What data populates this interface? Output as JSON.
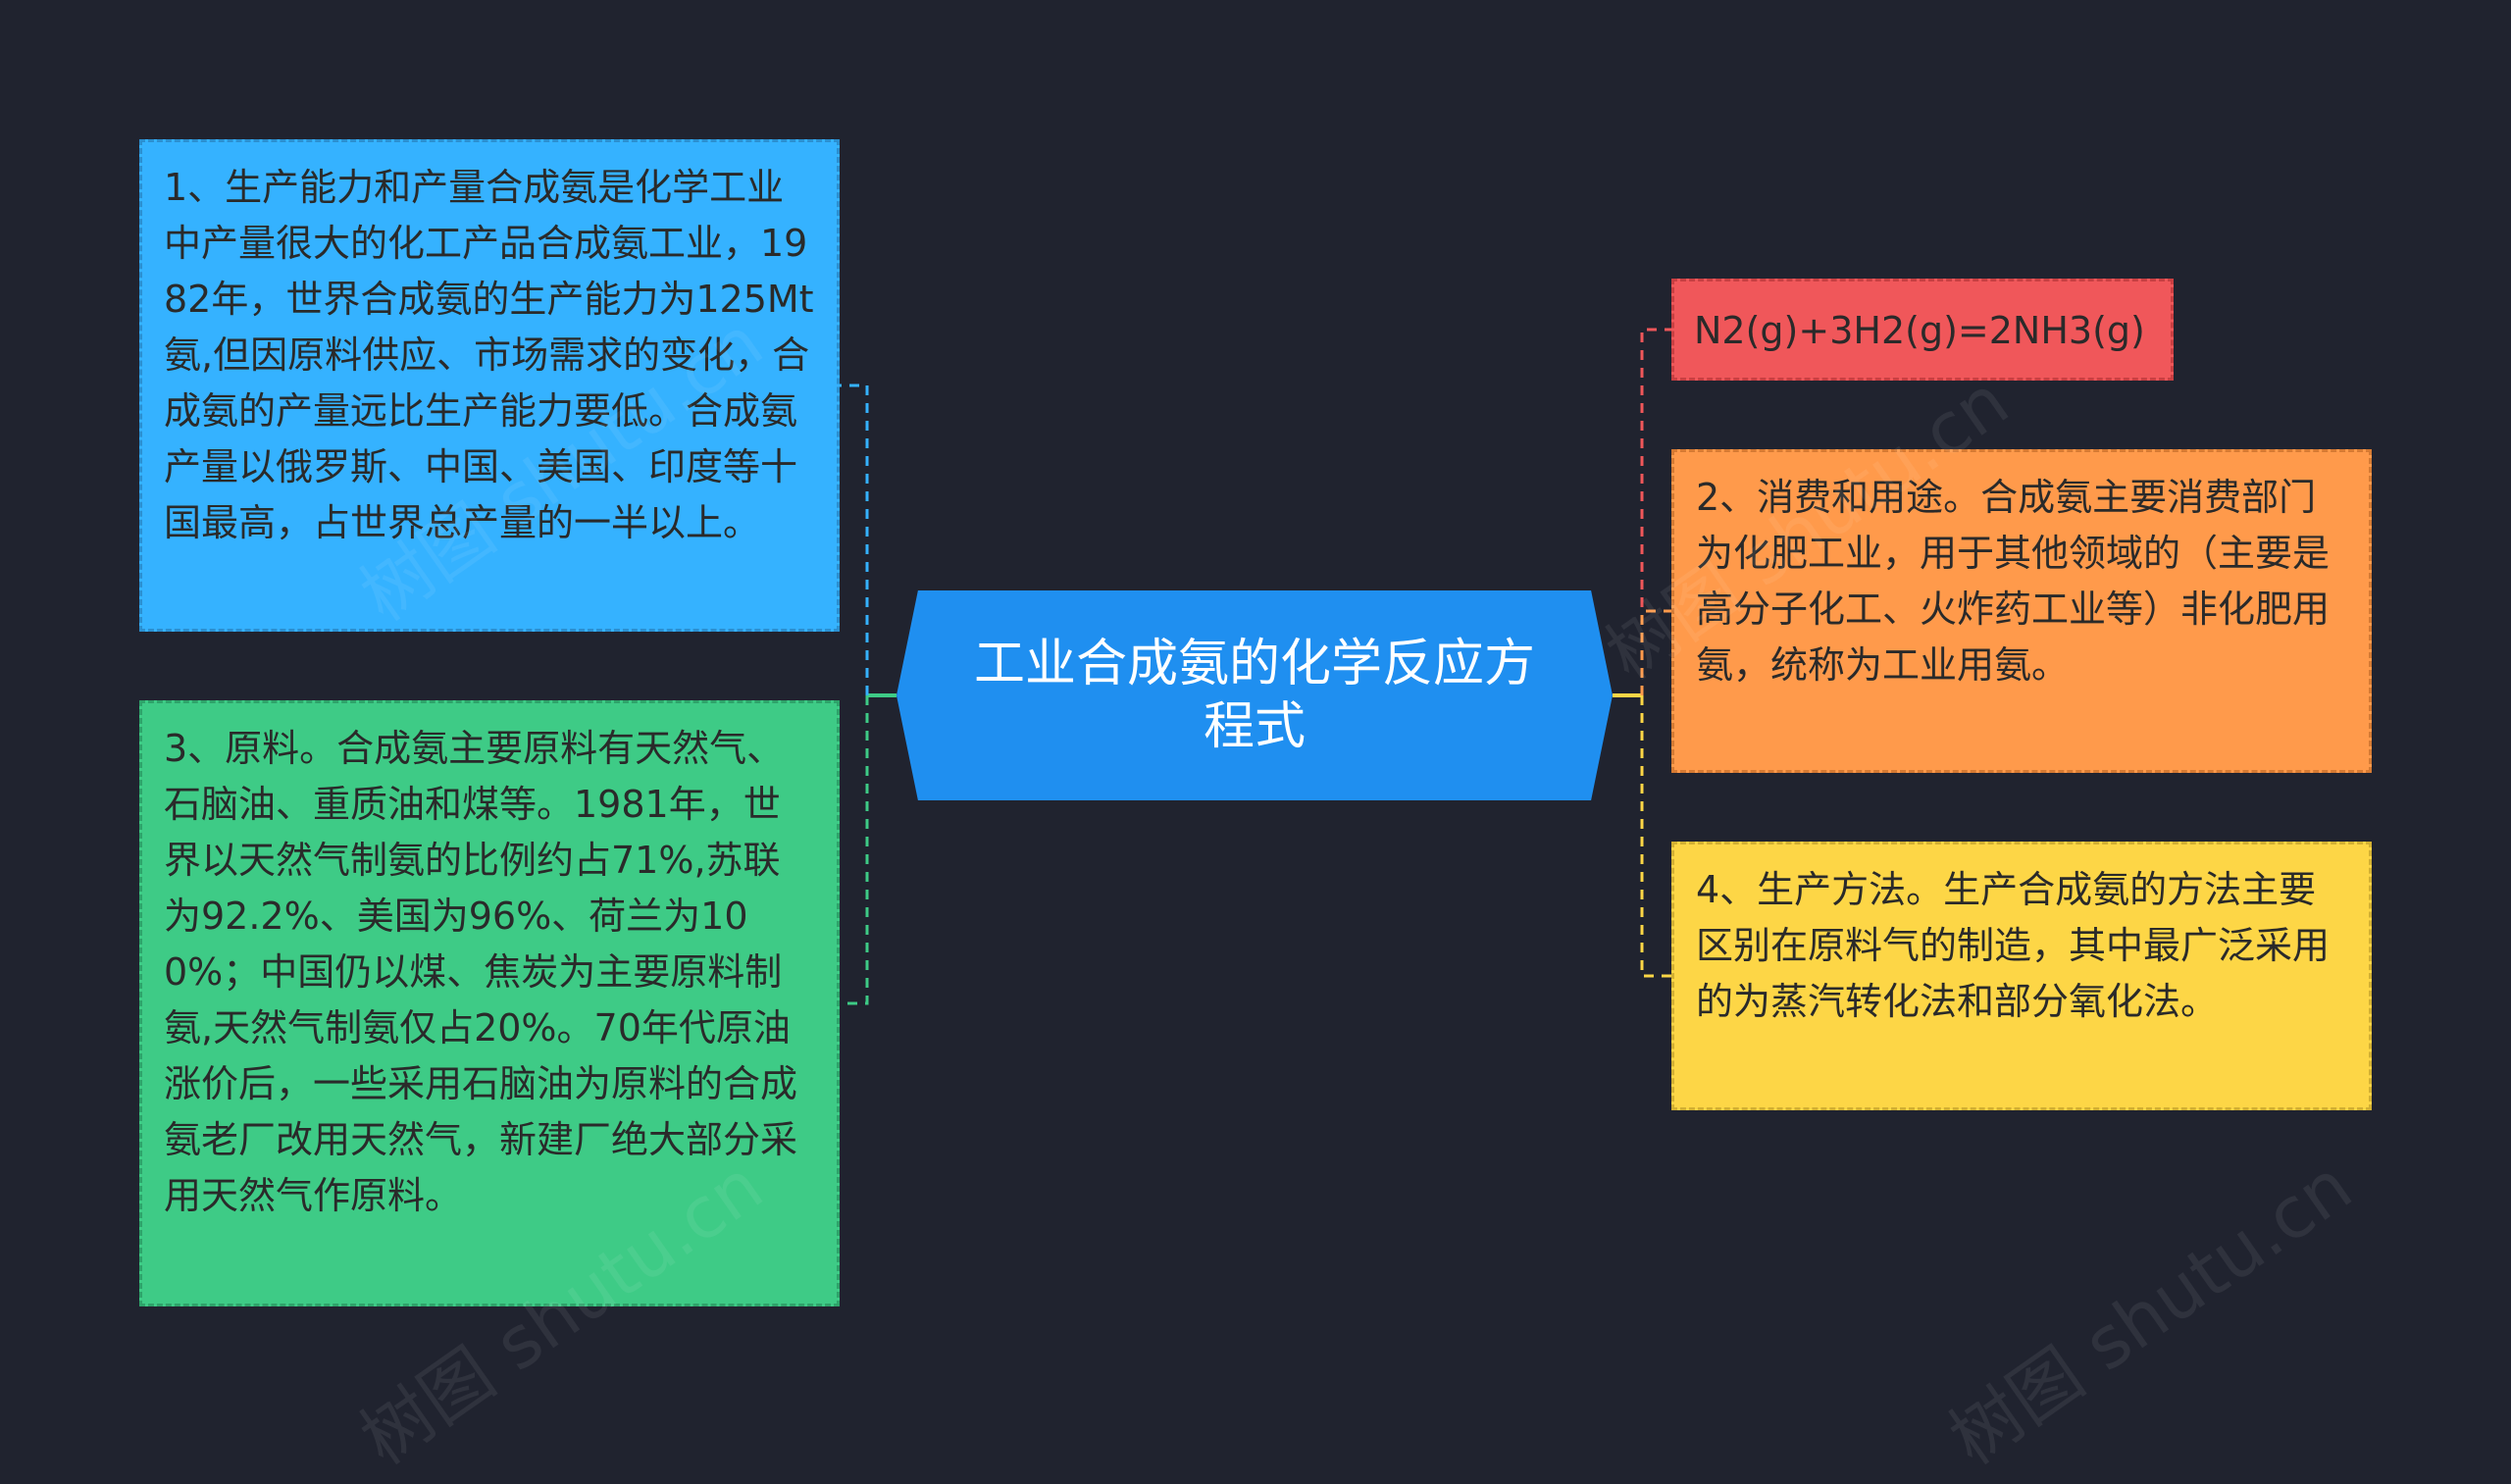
{
  "center": {
    "title": "工业合成氨的化学反应方程式"
  },
  "left_nodes": [
    {
      "id": "n1",
      "color": "#35b2ff",
      "text": "1、生产能力和产量合成氨是化学工业中产量很大的化工产品合成氨工业，1982年，世界合成氨的生产能力为125Mt氨,但因原料供应、市场需求的变化，合成氨的产量远比生产能力要低。合成氨产量以俄罗斯、中国、美国、印度等十国最高，占世界总产量的一半以上。"
    },
    {
      "id": "n3",
      "color": "#3ecb86",
      "text": "3、原料。合成氨主要原料有天然气、石脑油、重质油和煤等。1981年，世界以天然气制氨的比例约占71%,苏联为92.2%、美国为96%、荷兰为100%；中国仍以煤、焦炭为主要原料制氨,天然气制氨仅占20%。70年代原油涨价后，一些采用石脑油为原料的合成氨老厂改用天然气，新建厂绝大部分采用天然气作原料。"
    }
  ],
  "right_nodes": [
    {
      "id": "eq",
      "color": "#f0575a",
      "text": "N2(g)+3H2(g)=2NH3(g)"
    },
    {
      "id": "n2",
      "color": "#ff9a4b",
      "text": "2、消费和用途。合成氨主要消费部门为化肥工业，用于其他领域的（主要是高分子化工、火炸药工业等）非化肥用氨，统称为工业用氨。"
    },
    {
      "id": "n4",
      "color": "#fdd646",
      "text": "4、生产方法。生产合成氨的方法主要区别在原料气的制造，其中最广泛采用的为蒸汽转化法和部分氧化法。"
    }
  ],
  "connector_colors": {
    "center_left": "#3ecb86",
    "center_right": "#fdd646",
    "to_n1": "#35b2ff",
    "to_n3": "#3ecb86",
    "to_eq": "#f0575a",
    "to_n2": "#ff9a4b",
    "to_n4": "#fdd646"
  },
  "watermark": {
    "text": "树图 shutu.cn"
  }
}
